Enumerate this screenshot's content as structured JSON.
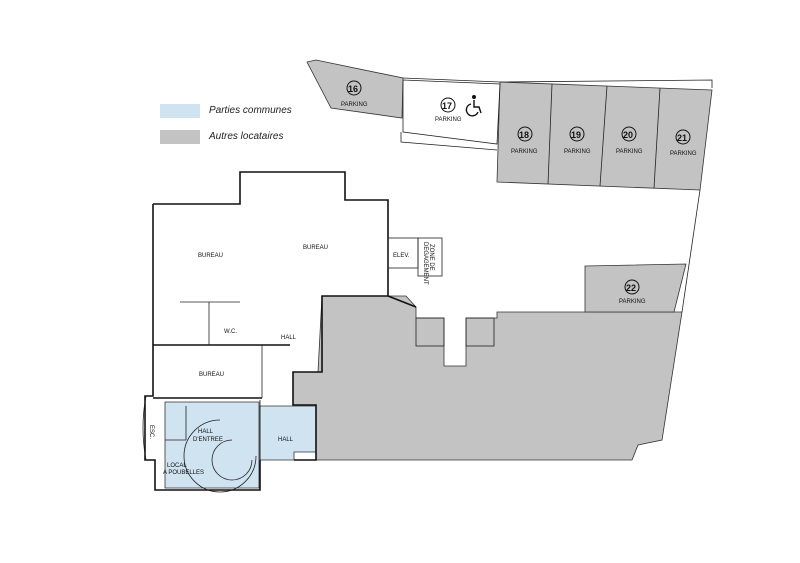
{
  "legend": {
    "common": {
      "label": "Parties communes",
      "color": "#cfe3f1"
    },
    "others": {
      "label": "Autres locataires",
      "color": "#c3c3c3"
    }
  },
  "rooms": {
    "bureau_left": "BUREAU",
    "bureau_center": "BUREAU",
    "bureau_lower": "BUREAU",
    "wc": "W.C.",
    "hall": "HALL",
    "hall_entree_1": "HALL",
    "hall_entree_2": "D'ENTREE",
    "hall_small": "HALL",
    "local_1": "LOCAL",
    "local_2": "A POUBELLES",
    "elev": "ELEV.",
    "zone_1": "ZONE DE",
    "zone_2": "DEGAGEMENT",
    "esc": "ESC."
  },
  "parking": {
    "label": "PARKING",
    "spots": [
      "16",
      "17",
      "18",
      "19",
      "20",
      "21",
      "22"
    ],
    "accessible_icon": "wheelchair-icon"
  }
}
